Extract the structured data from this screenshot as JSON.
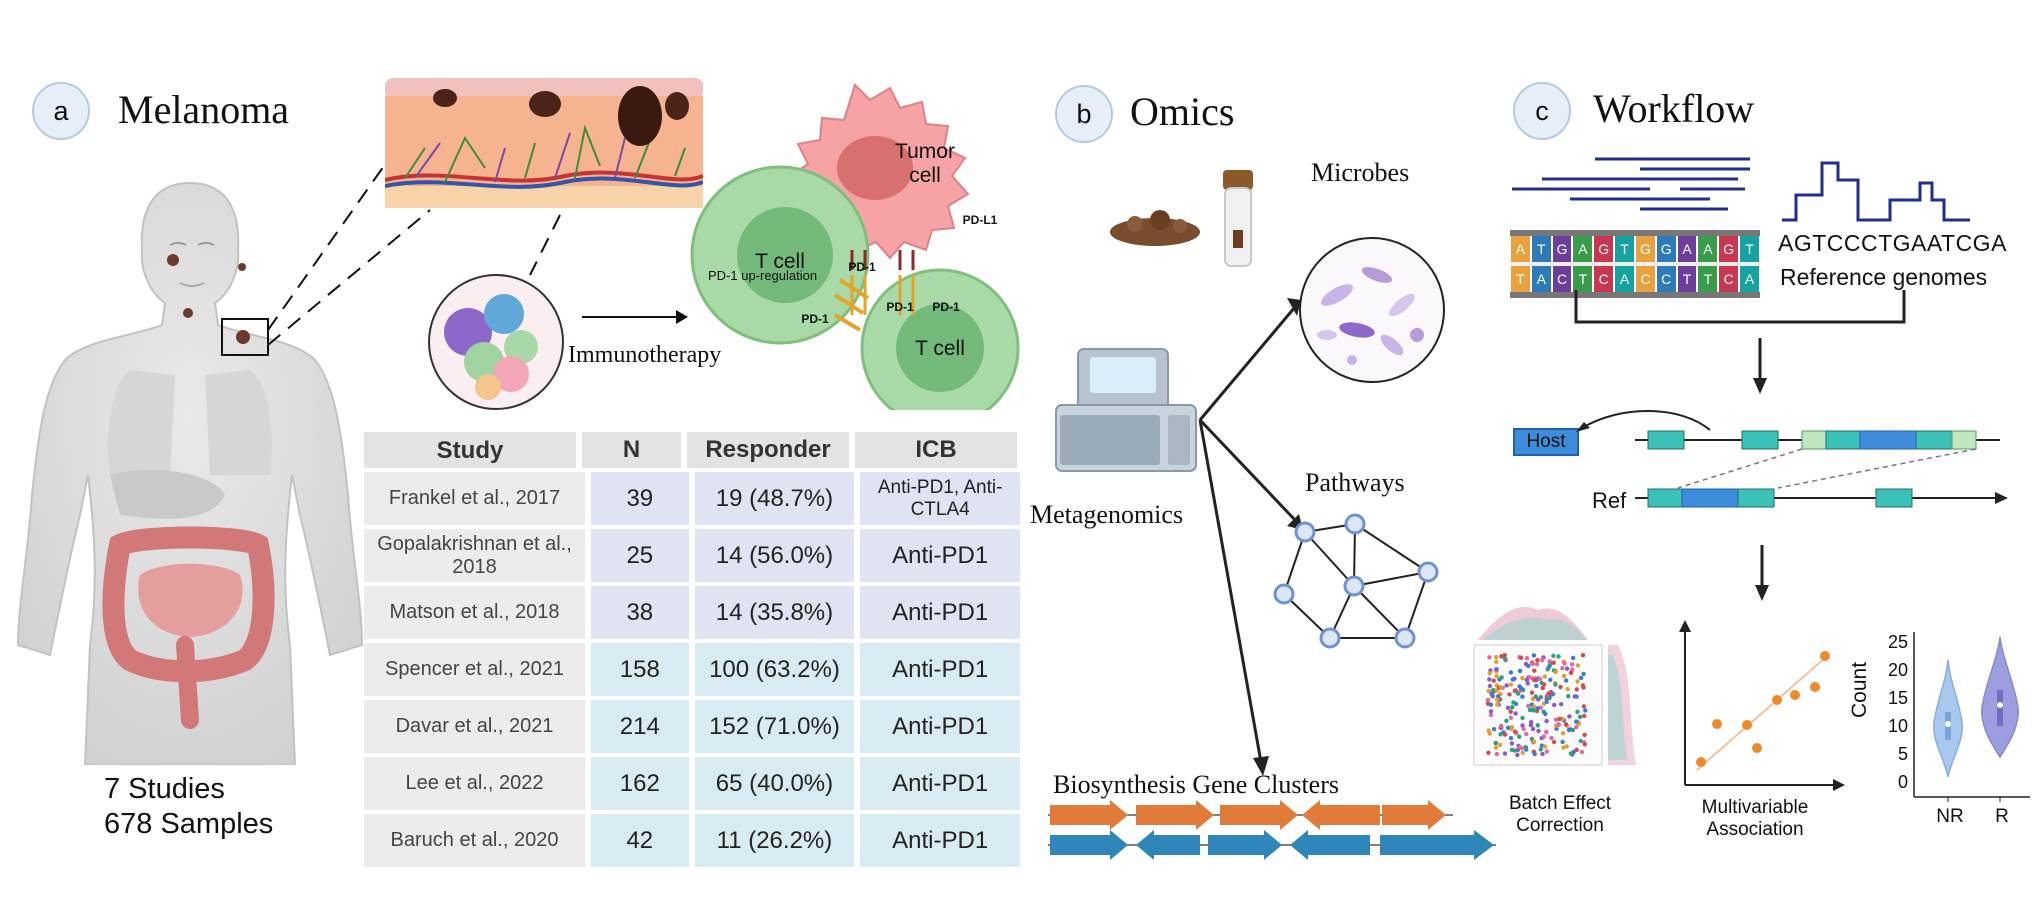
{
  "panel_a": {
    "letter": "a",
    "title": "Melanoma",
    "immunotherapy_label": "Immunotherapy",
    "tumor_cell_label": "Tumor cell",
    "t_cell_label": "T cell",
    "t_cell_label_2": "T cell",
    "pd1_upregulation_label": "PD-1 up-regulation",
    "pd1_label_a": "PD-1",
    "pd1_label_b": "PD-1",
    "pd1_label_c": "PD-1",
    "pd1_label_d": "PD-1",
    "pdl1_label": "PD-L1",
    "studies_line1": "7 Studies",
    "studies_line2": "678 Samples",
    "table": {
      "headers": [
        "Study",
        "N",
        "Responder",
        "ICB"
      ],
      "rows": [
        {
          "study": "Frankel et al., 2017",
          "n": "39",
          "responder": "19 (48.7%)",
          "icb": "Anti-PD1, Anti-CTLA4"
        },
        {
          "study": "Gopalakrishnan et al., 2018",
          "n": "25",
          "responder": "14 (56.0%)",
          "icb": "Anti-PD1"
        },
        {
          "study": "Matson et al., 2018",
          "n": "38",
          "responder": "14 (35.8%)",
          "icb": "Anti-PD1"
        },
        {
          "study": "Spencer et al., 2021",
          "n": "158",
          "responder": "100 (63.2%)",
          "icb": "Anti-PD1"
        },
        {
          "study": "Davar et al., 2021",
          "n": "214",
          "responder": "152 (71.0%)",
          "icb": "Anti-PD1"
        },
        {
          "study": "Lee et al., 2022",
          "n": "162",
          "responder": "65 (40.0%)",
          "icb": "Anti-PD1"
        },
        {
          "study": "Baruch et al., 2020",
          "n": "42",
          "responder": "11 (26.2%)",
          "icb": "Anti-PD1"
        }
      ]
    }
  },
  "panel_b": {
    "letter": "b",
    "title": "Omics",
    "microbes_label": "Microbes",
    "metagenomics_label": "Metagenomics",
    "pathways_label": "Pathways",
    "bgc_label": "Biosynthesis Gene Clusters"
  },
  "panel_c": {
    "letter": "c",
    "title": "Workflow",
    "sequence_text": "AGTCCCTGAATCGA",
    "reference_genomes_label": "Reference genomes",
    "host_label": "Host",
    "ref_label": "Ref",
    "dna_top_bases": [
      "A",
      "T",
      "G",
      "A",
      "G",
      "T",
      "G",
      "G",
      "A",
      "A",
      "G",
      "T"
    ],
    "dna_bottom_bases": [
      "T",
      "A",
      "C",
      "T",
      "C",
      "A",
      "C",
      "C",
      "T",
      "T",
      "C",
      "A"
    ],
    "batch_label": "Batch Effect Correction",
    "multivariable_label": "Multivariable Association",
    "violin": {
      "ylabel": "Count",
      "yticks": [
        "25",
        "20",
        "15",
        "10",
        "5",
        "0"
      ],
      "xticks": [
        "NR",
        "R"
      ]
    }
  },
  "colors": {
    "label_circle_bg": "#e6eef8",
    "dna_colors": [
      "#e8a13c",
      "#2d7ab8",
      "#6c3d9a",
      "#3a9b4a",
      "#c8364f",
      "#15a3a0"
    ],
    "arrow_orange": "#e07b39",
    "arrow_blue": "#2f86b8",
    "teal": "#3cc1b8",
    "blue": "#3d8ddc",
    "light_green": "#bfe6bf",
    "violin_nr": "#a9c8ee",
    "violin_r": "#9d9ee0",
    "scatter_orange": "#ef8a2c"
  }
}
